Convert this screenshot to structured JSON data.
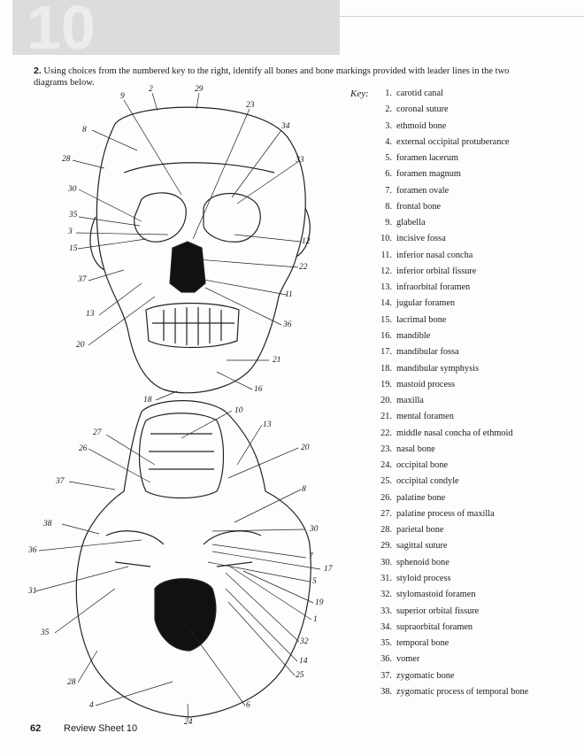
{
  "header": {
    "number": "10"
  },
  "question": {
    "number": "2.",
    "text": "Using choices from the numbered key to the right, identify all bones and bone markings provided with leader lines in the two diagrams below."
  },
  "key": {
    "label": "Key:",
    "items": [
      {
        "num": "1.",
        "text": "carotid canal"
      },
      {
        "num": "2.",
        "text": "coronal suture"
      },
      {
        "num": "3.",
        "text": "ethmoid bone"
      },
      {
        "num": "4.",
        "text": "external occipital protuberance"
      },
      {
        "num": "5.",
        "text": "foramen lacerum"
      },
      {
        "num": "6.",
        "text": "foramen magnum"
      },
      {
        "num": "7.",
        "text": "foramen ovale"
      },
      {
        "num": "8.",
        "text": "frontal bone"
      },
      {
        "num": "9.",
        "text": "glabella"
      },
      {
        "num": "10.",
        "text": "incisive fossa"
      },
      {
        "num": "11.",
        "text": "inferior nasal concha"
      },
      {
        "num": "12.",
        "text": "inferior orbital fissure"
      },
      {
        "num": "13.",
        "text": "infraorbital foramen"
      },
      {
        "num": "14.",
        "text": "jugular foramen"
      },
      {
        "num": "15.",
        "text": "lacrimal bone"
      },
      {
        "num": "16.",
        "text": "mandible"
      },
      {
        "num": "17.",
        "text": "mandibular fossa"
      },
      {
        "num": "18.",
        "text": "mandibular symphysis"
      },
      {
        "num": "19.",
        "text": "mastoid process"
      },
      {
        "num": "20.",
        "text": "maxilla"
      },
      {
        "num": "21.",
        "text": "mental foramen"
      },
      {
        "num": "22.",
        "text": "middle nasal concha of ethmoid"
      },
      {
        "num": "23.",
        "text": "nasal bone"
      },
      {
        "num": "24.",
        "text": "occipital bone"
      },
      {
        "num": "25.",
        "text": "occipital condyle"
      },
      {
        "num": "26.",
        "text": "palatine bone"
      },
      {
        "num": "27.",
        "text": "palatine process of maxilla"
      },
      {
        "num": "28.",
        "text": "parietal bone"
      },
      {
        "num": "29.",
        "text": "sagittal suture"
      },
      {
        "num": "30.",
        "text": "sphenoid bone"
      },
      {
        "num": "31.",
        "text": "styloid process"
      },
      {
        "num": "32.",
        "text": "stylomastoid foramen"
      },
      {
        "num": "33.",
        "text": "superior orbital fissure"
      },
      {
        "num": "34.",
        "text": "supraorbital foramen"
      },
      {
        "num": "35.",
        "text": "temporal bone"
      },
      {
        "num": "36.",
        "text": "vomer"
      },
      {
        "num": "37.",
        "text": "zygomatic bone"
      },
      {
        "num": "38.",
        "text": "zygomatic process of temporal bone"
      }
    ]
  },
  "diagrams": {
    "anterior_labels": [
      "2",
      "29",
      "9",
      "23",
      "8",
      "34",
      "28",
      "33",
      "30",
      "35",
      "3",
      "12",
      "15",
      "22",
      "37",
      "11",
      "13",
      "36",
      "20",
      "21",
      "16",
      "18"
    ],
    "inferior_labels": [
      "10",
      "27",
      "13",
      "20",
      "26",
      "37",
      "8",
      "38",
      "30",
      "36",
      "7",
      "17",
      "5",
      "31",
      "19",
      "1",
      "35",
      "32",
      "14",
      "28",
      "25",
      "4",
      "6",
      "24"
    ]
  },
  "footer": {
    "page": "62",
    "title": "Review Sheet 10"
  }
}
